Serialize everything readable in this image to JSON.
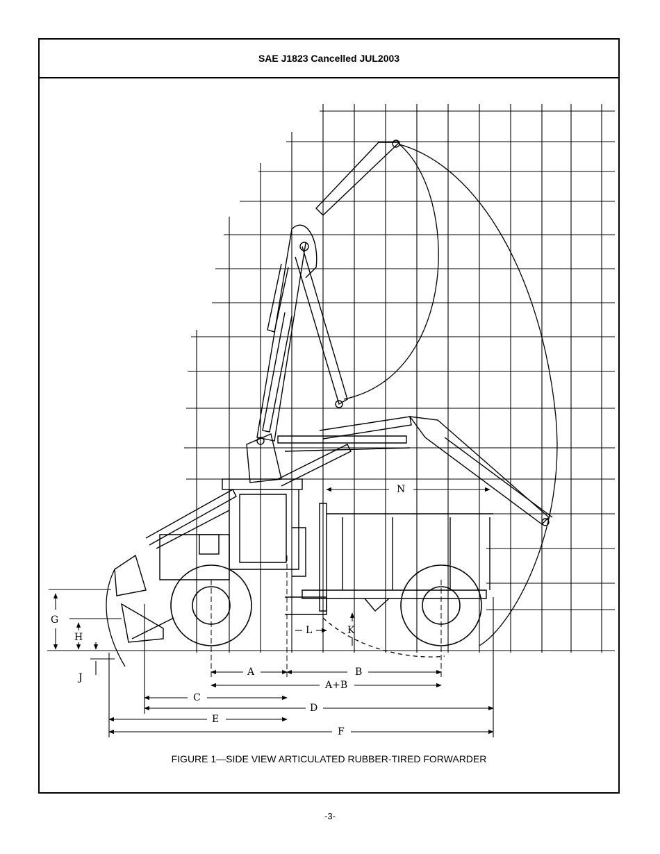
{
  "header": {
    "title": "SAE J1823 Cancelled JUL2003"
  },
  "figure": {
    "caption": "FIGURE 1—SIDE VIEW ARTICULATED RUBBER-TIRED FORWARDER",
    "dimension_labels": {
      "A": "A",
      "B": "B",
      "AB": "A+B",
      "C": "C",
      "D": "D",
      "E": "E",
      "F": "F",
      "G": "G",
      "H": "H",
      "J": "J",
      "K": "K",
      "L": "L",
      "N": "N"
    }
  },
  "footer": {
    "page_number": "-3-"
  }
}
